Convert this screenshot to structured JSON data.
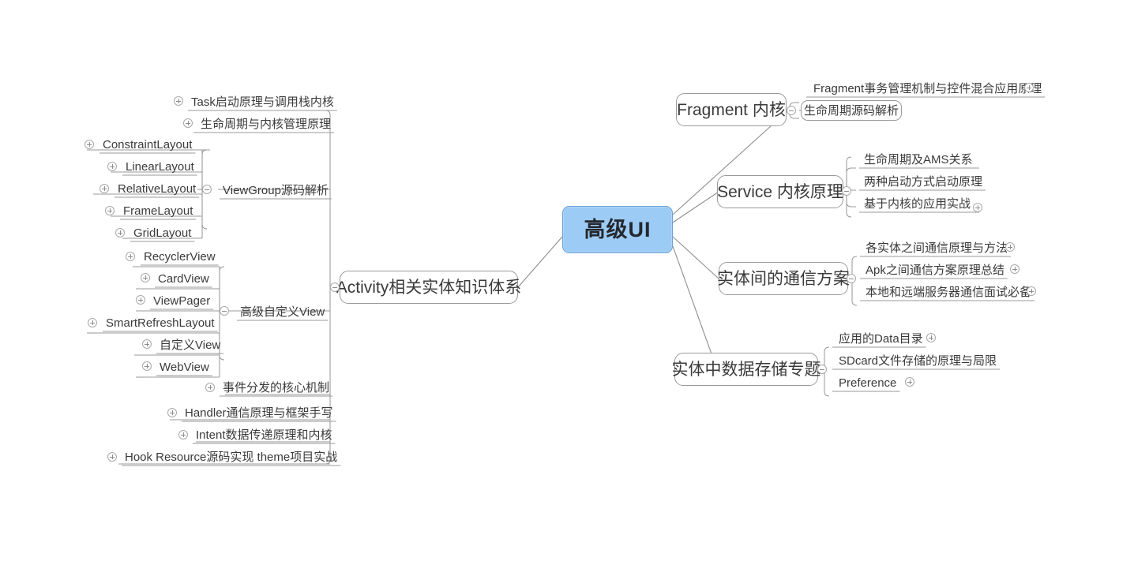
{
  "root": {
    "label": "高级UI",
    "fill": "#9CCBF5",
    "border": "#6A9FD4"
  },
  "branches": {
    "fragment": {
      "label": "Fragment 内核",
      "toggle": "minus",
      "children": [
        {
          "label": "Fragment事务管理机制与控件混合应用原理",
          "toggle": "plus",
          "style": "leaf"
        },
        {
          "label": "生命周期源码解析",
          "toggle": "none",
          "style": "boxed"
        }
      ]
    },
    "service": {
      "label": "Service 内核原理",
      "toggle": "minus",
      "children": [
        {
          "label": "生命周期及AMS关系",
          "toggle": "none",
          "style": "leaf"
        },
        {
          "label": "两种启动方式启动原理",
          "toggle": "none",
          "style": "leaf"
        },
        {
          "label": "基于内核的应用实战",
          "toggle": "plus",
          "style": "leaf"
        }
      ]
    },
    "communication": {
      "label": "实体间的通信方案",
      "toggle": "minus",
      "children": [
        {
          "label": "各实体之间通信原理与方法",
          "toggle": "plus",
          "style": "leaf"
        },
        {
          "label": "Apk之间通信方案原理总结",
          "toggle": "plus",
          "style": "leaf"
        },
        {
          "label": "本地和远端服务器通信面试必备",
          "toggle": "plus",
          "style": "leaf"
        }
      ]
    },
    "storage": {
      "label": "实体中数据存储专题",
      "toggle": "minus",
      "children": [
        {
          "label": "应用的Data目录",
          "toggle": "plus",
          "style": "leaf"
        },
        {
          "label": "SDcard文件存储的原理与局限",
          "toggle": "none",
          "style": "leaf"
        },
        {
          "label": "Preference",
          "toggle": "plus",
          "style": "leaf"
        }
      ]
    },
    "activity": {
      "label": "Activity相关实体知识体系",
      "toggle": "minus",
      "children": [
        {
          "label": "Task启动原理与调用栈内核",
          "toggle": "plus",
          "style": "leaf"
        },
        {
          "label": "生命周期与内核管理原理",
          "toggle": "plus",
          "style": "leaf"
        },
        {
          "label": "ViewGroup源码解析",
          "toggle": "minus",
          "style": "group",
          "children": [
            {
              "label": "ConstraintLayout",
              "toggle": "plus"
            },
            {
              "label": "LinearLayout",
              "toggle": "plus"
            },
            {
              "label": "RelativeLayout",
              "toggle": "plus"
            },
            {
              "label": "FrameLayout",
              "toggle": "plus"
            },
            {
              "label": "GridLayout",
              "toggle": "plus"
            }
          ]
        },
        {
          "label": "高级自定义View",
          "toggle": "minus",
          "style": "group",
          "children": [
            {
              "label": "RecyclerView",
              "toggle": "plus"
            },
            {
              "label": "CardView",
              "toggle": "plus"
            },
            {
              "label": "ViewPager",
              "toggle": "plus"
            },
            {
              "label": "SmartRefreshLayout",
              "toggle": "plus"
            },
            {
              "label": "自定义View",
              "toggle": "plus"
            },
            {
              "label": "WebView",
              "toggle": "plus"
            }
          ]
        },
        {
          "label": "事件分发的核心机制",
          "toggle": "plus",
          "style": "leaf"
        },
        {
          "label": "Handler通信原理与框架手写",
          "toggle": "plus",
          "style": "leaf"
        },
        {
          "label": "Intent数据传递原理和内核",
          "toggle": "plus",
          "style": "leaf"
        },
        {
          "label": "Hook Resource源码实现 theme项目实战",
          "toggle": "plus",
          "style": "leaf"
        }
      ]
    }
  }
}
